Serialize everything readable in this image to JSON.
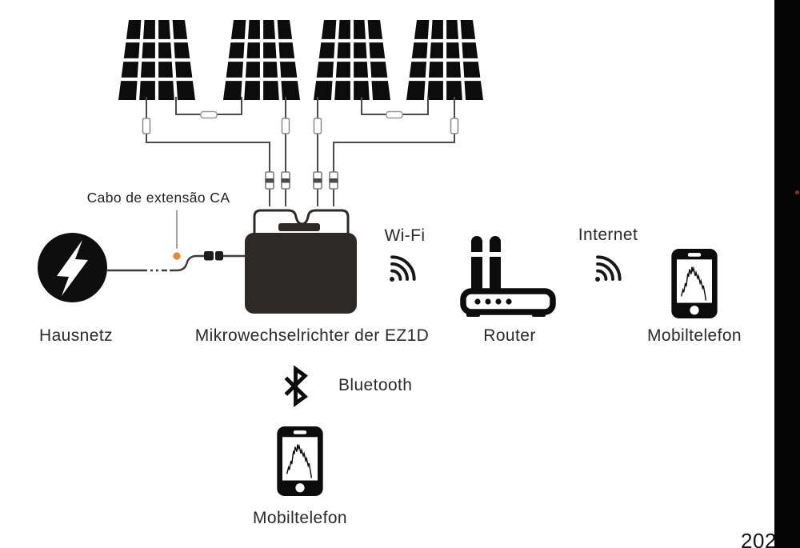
{
  "colors": {
    "background": "#ffffff",
    "ink": "#0c0c0c",
    "text": "#2a2a2a",
    "wire": "#4a4a4a",
    "connector_stroke": "#8a8a8a",
    "inverter_body": "#2d2927",
    "accent_orange_dot": "#e8872d",
    "right_bar": "#050505",
    "red_dot": "#9b2430"
  },
  "annotation": {
    "cable_label": "Cabo de extensão CA"
  },
  "solar": {
    "panel_count": 4,
    "icon": "solar-panel-icon"
  },
  "nodes": {
    "hausnetz": {
      "label": "Hausnetz",
      "icon": "lightning-circle-icon"
    },
    "inverter": {
      "label": "Mikrowechselrichter der EZ1D",
      "icon": "microinverter-icon"
    },
    "wifi": {
      "label": "Wi-Fi",
      "icon": "wifi-icon"
    },
    "router": {
      "label": "Router",
      "icon": "router-icon"
    },
    "internet": {
      "label": "Internet",
      "icon": "wifi-icon"
    },
    "mobile_right": {
      "label": "Mobiltelefon",
      "icon": "smartphone-icon"
    },
    "bluetooth": {
      "label": "Bluetooth",
      "icon": "bluetooth-icon"
    },
    "mobile_bottom": {
      "label": "Mobiltelefon",
      "icon": "smartphone-icon"
    }
  },
  "footer": {
    "year_partial": "202"
  }
}
